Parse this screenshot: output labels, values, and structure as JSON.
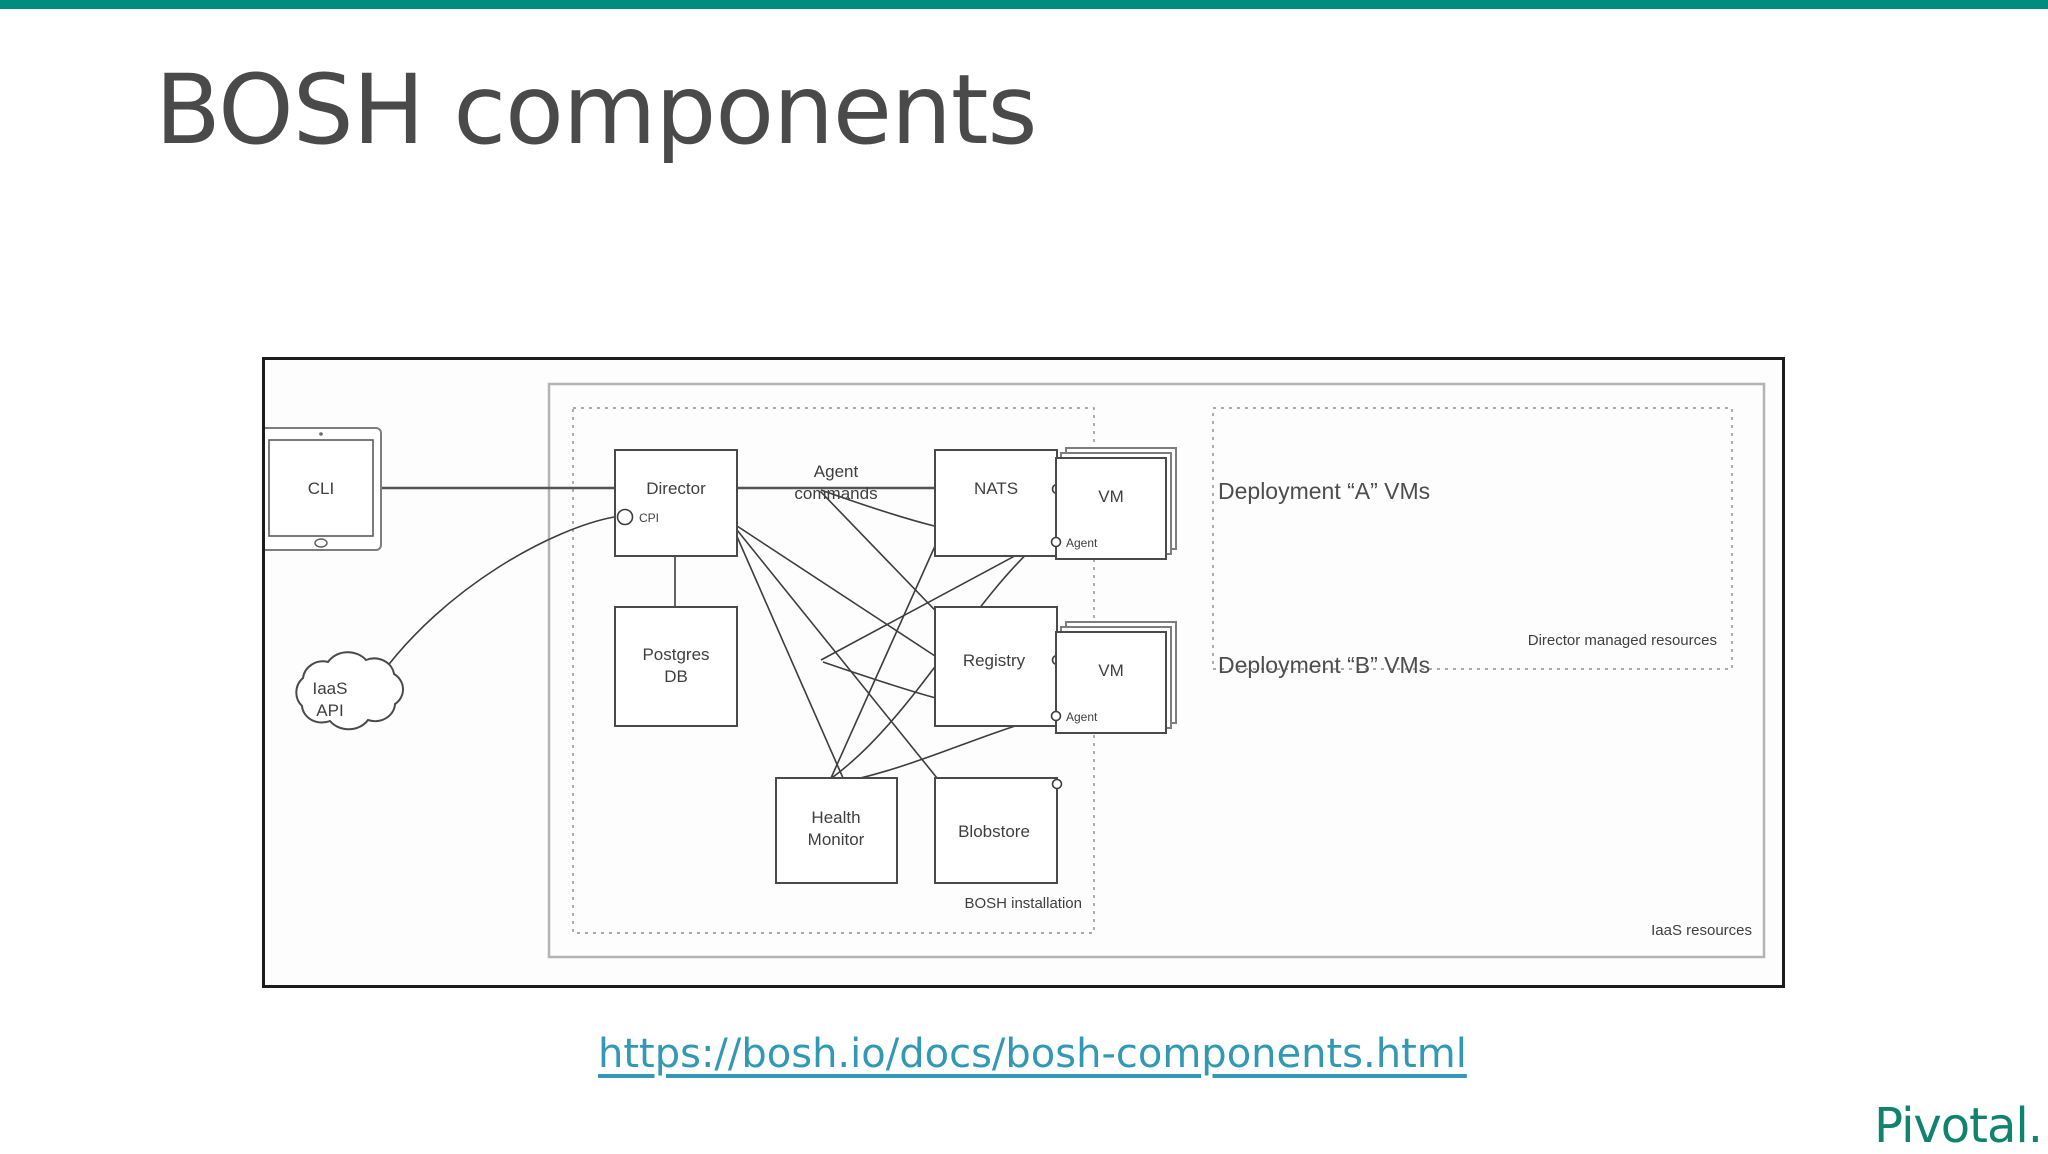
{
  "slide": {
    "title": "BOSH components",
    "accent_color": "#008b80",
    "title_color": "#4a4a4a",
    "link_color": "#3199b5",
    "logo_color": "#10836e",
    "source_link": "https://bosh.io/docs/bosh-components.html",
    "brand_logo": "Pivotal."
  },
  "diagram": {
    "zones": [
      {
        "id": "iaas-resources",
        "label": "IaaS resources",
        "style": "solid-gray"
      },
      {
        "id": "bosh-installation",
        "label": "BOSH installation",
        "style": "dashed"
      },
      {
        "id": "director-managed-resources",
        "label": "Director managed resources",
        "style": "dashed"
      }
    ],
    "nodes": [
      {
        "id": "cli",
        "label": "CLI",
        "shape": "tablet"
      },
      {
        "id": "iaas-api",
        "label_line1": "IaaS",
        "label_line2": "API",
        "shape": "cloud"
      },
      {
        "id": "director",
        "label": "Director",
        "shape": "box",
        "port_label": "CPI"
      },
      {
        "id": "postgres-db",
        "label_line1": "Postgres",
        "label_line2": "DB",
        "shape": "box"
      },
      {
        "id": "nats",
        "label": "NATS",
        "shape": "box"
      },
      {
        "id": "registry",
        "label": "Registry",
        "shape": "box"
      },
      {
        "id": "health-monitor",
        "label_line1": "Health",
        "label_line2": "Monitor",
        "shape": "box"
      },
      {
        "id": "blobstore",
        "label": "Blobstore",
        "shape": "box"
      },
      {
        "id": "vm-a",
        "label": "VM",
        "shape": "stacked-box",
        "port_label": "Agent"
      },
      {
        "id": "vm-b",
        "label": "VM",
        "shape": "stacked-box",
        "port_label": "Agent"
      }
    ],
    "edge_labels": [
      {
        "id": "agent-commands",
        "line1": "Agent",
        "line2": "commands"
      }
    ],
    "annotations": [
      {
        "id": "deployment-a",
        "text": "Deployment “A” VMs"
      },
      {
        "id": "deployment-b",
        "text": "Deployment “B” VMs"
      }
    ]
  }
}
